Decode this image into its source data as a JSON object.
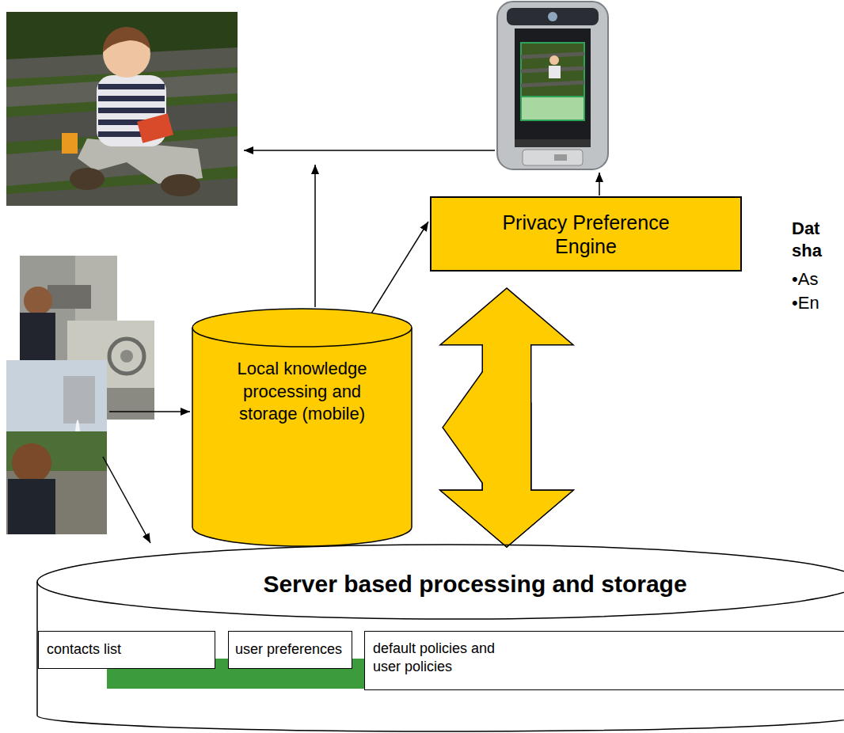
{
  "diagram": {
    "nodes": [
      {
        "text": [
          "Privacy Preference Engine"
        ]
      },
      {
        "text": [
          "Local knowledge processing and storage (mobile)"
        ]
      },
      {
        "text": [
          "Server based processing and storage"
        ]
      },
      {
        "text": [
          "contacts list"
        ],
        "in": 2
      },
      {
        "text": [
          "user preferences"
        ],
        "in": 2
      },
      {
        "text": [
          "default policies and user policies"
        ],
        "in": 2
      }
    ],
    "edges": [
      {
        "from": 1,
        "to": 0,
        "arrow": "both"
      },
      {
        "from": 0,
        "to": 2,
        "arrow": "both"
      },
      {
        "from": 2,
        "to": 1,
        "arrow": "both"
      }
    ],
    "labels": [
      "Dat",
      "sha",
      "•As",
      "•En"
    ]
  }
}
